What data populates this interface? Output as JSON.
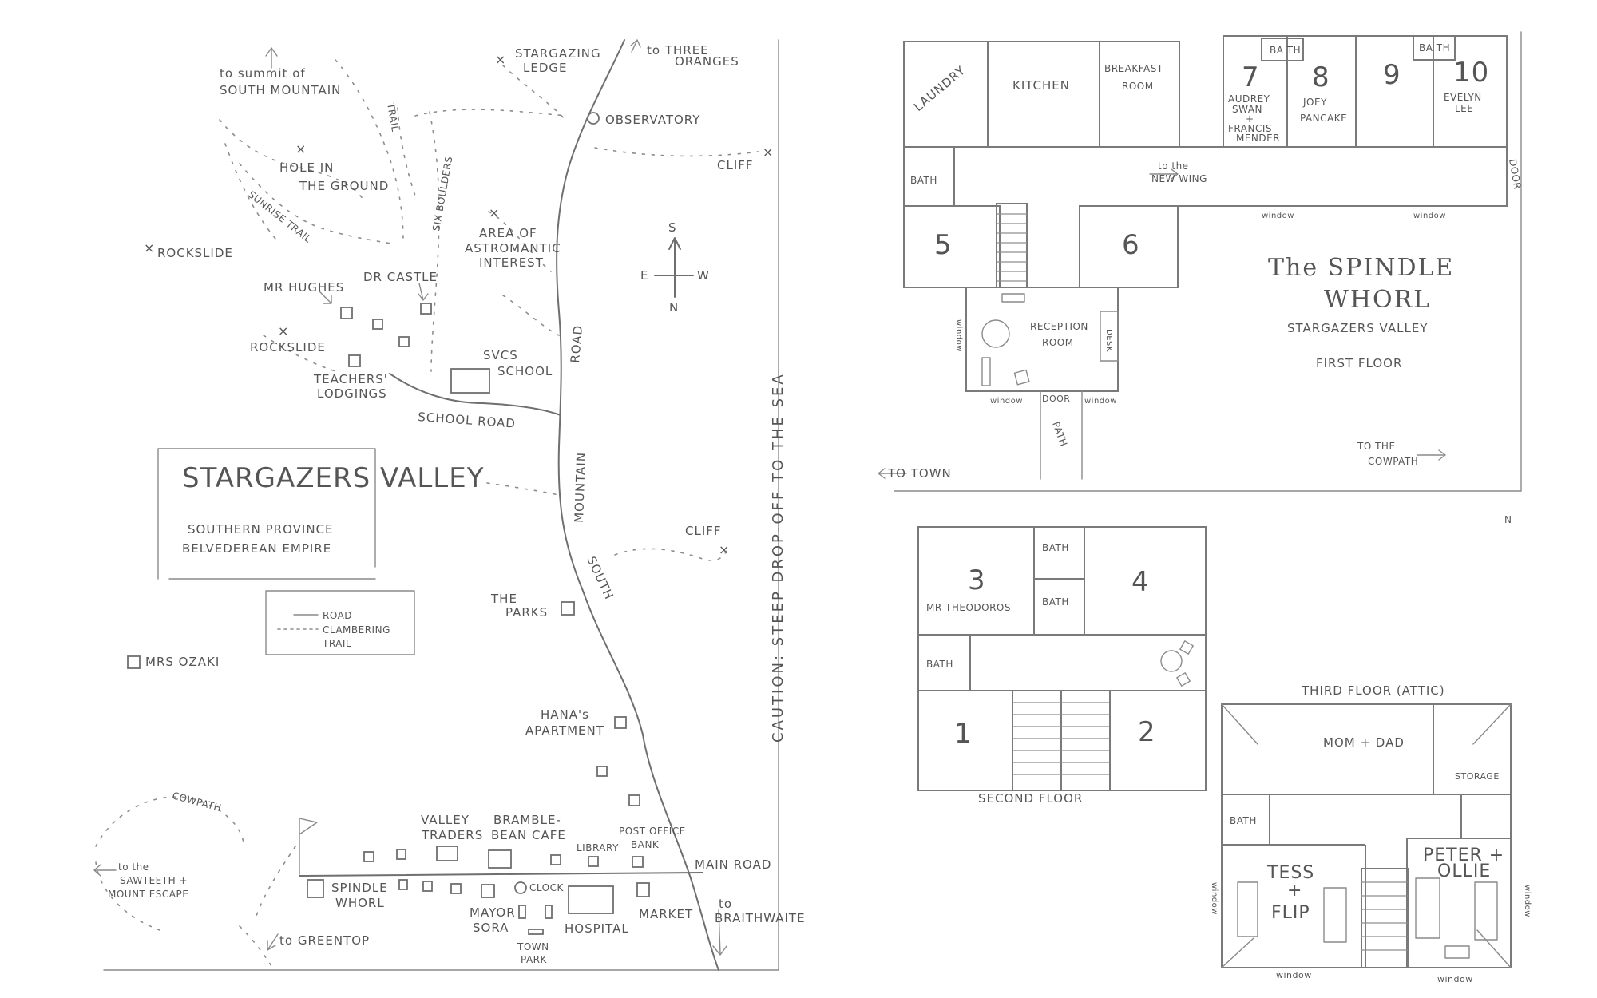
{
  "valley_map": {
    "title": "STARGAZERS VALLEY",
    "subtitle_1": "SOUTHERN PROVINCE",
    "subtitle_2": "BELVEDEREAN EMPIRE",
    "legend": {
      "road": "ROAD",
      "trail_1": "CLAMBERING",
      "trail_2": "TRAIL"
    },
    "compass": {
      "n": "N",
      "s": "S",
      "e": "E",
      "w": "W"
    },
    "marker": "×",
    "labels": {
      "summit_1": "to summit of",
      "summit_2": "SOUTH MOUNTAIN",
      "stargazing_1": "STARGAZING",
      "stargazing_2": "LEDGE",
      "three_oranges_1": "to THREE",
      "three_oranges_2": "ORANGES",
      "observatory": "OBSERVATORY",
      "cliff_top": "CLIFF",
      "hole_1": "HOLE IN",
      "hole_2": "THE GROUND",
      "trail": "TRAIL",
      "sunrise_trail": "SUNRISE TRAIL",
      "six_boulders": "SIX BOULDERS",
      "astro_1": "AREA OF",
      "astro_2": "ASTROMANTIC",
      "astro_3": "INTEREST",
      "rockslide_1": "ROCKSLIDE",
      "mr_hughes": "MR HUGHES",
      "dr_castle": "DR CASTLE",
      "rockslide_2": "ROCKSLIDE",
      "teachers_1": "TEACHERS'",
      "teachers_2": "LODGINGS",
      "svcs": "SVCS",
      "school": "SCHOOL",
      "school_road": "SCHOOL ROAD",
      "road_1": "ROAD",
      "road_2": "MOUNTAIN",
      "road_3": "SOUTH",
      "caution": "CAUTION: STEEP DROP-OFF TO THE SEA",
      "cliff_mid": "CLIFF",
      "parks_1": "THE",
      "parks_2": "PARKS",
      "mrs_ozaki": "MRS OZAKI",
      "hana_1": "HANA's",
      "hana_2": "APARTMENT",
      "cowpath": "COWPATH",
      "sawteeth_1": "to the",
      "sawteeth_2": "SAWTEETH +",
      "sawteeth_3": "MOUNT ESCAPE",
      "greentop": "to GREENTOP",
      "valley_traders_1": "VALLEY",
      "valley_traders_2": "TRADERS",
      "bramble_1": "BRAMBLE-",
      "bramble_2": "BEAN CAFE",
      "library": "LIBRARY",
      "post_1": "POST OFFICE",
      "post_2": "BANK",
      "main_road": "MAIN ROAD",
      "spindle_1": "SPINDLE",
      "spindle_2": "WHORL",
      "clock": "CLOCK",
      "mayor_1": "MAYOR",
      "mayor_2": "SORA",
      "hospital": "HOSPITAL",
      "market": "MARKET",
      "town_park_1": "TOWN",
      "town_park_2": "PARK",
      "braithwaite_1": "to",
      "braithwaite_2": "BRAITHWAITE"
    }
  },
  "inn_plans": {
    "title_1": "The SPINDLE",
    "title_2": "WHORL",
    "location": "STARGAZERS VALLEY",
    "first_floor_label": "FIRST FLOOR",
    "first_floor": {
      "laundry": "LAUNDRY",
      "kitchen": "KITCHEN",
      "breakfast_1": "BREAKFAST",
      "breakfast_2": "ROOM",
      "bath": "BA TH",
      "room7": "7",
      "room7_guest_1": "AUDREY",
      "room7_guest_2": "SWAN",
      "room7_guest_3": "+",
      "room7_guest_4": "FRANCIS",
      "room7_guest_5": "MENDER",
      "room8": "8",
      "room8_guest_1": "JOEY",
      "room8_guest_2": "PANCAKE",
      "room9": "9",
      "room10": "10",
      "room10_guest_1": "EVELYN",
      "room10_guest_2": "LEE",
      "hall_bath": "BATH",
      "new_wing_1": "to the",
      "new_wing_2": "NEW WING",
      "door": "DOOR",
      "window": "window",
      "room5": "5",
      "room6": "6",
      "reception_1": "RECEPTION",
      "reception_2": "ROOM",
      "desk": "DESK",
      "path": "PATH",
      "to_town": "TO TOWN",
      "cowpath_1": "TO THE",
      "cowpath_2": "COWPATH",
      "north": "N"
    },
    "second_floor_label": "SECOND FLOOR",
    "second_floor": {
      "room3": "3",
      "room3_guest": "MR THEODOROS",
      "bath": "BATH",
      "room4": "4",
      "room1": "1",
      "room2": "2"
    },
    "third_floor_label": "THIRD FLOOR (ATTIC)",
    "third_floor": {
      "parents": "MOM + DAD",
      "storage": "STORAGE",
      "bath": "BATH",
      "tess_1": "TESS",
      "tess_2": "+",
      "tess_3": "FLIP",
      "peter_1": "PETER +",
      "peter_2": "OLLIE",
      "window": "window"
    }
  }
}
